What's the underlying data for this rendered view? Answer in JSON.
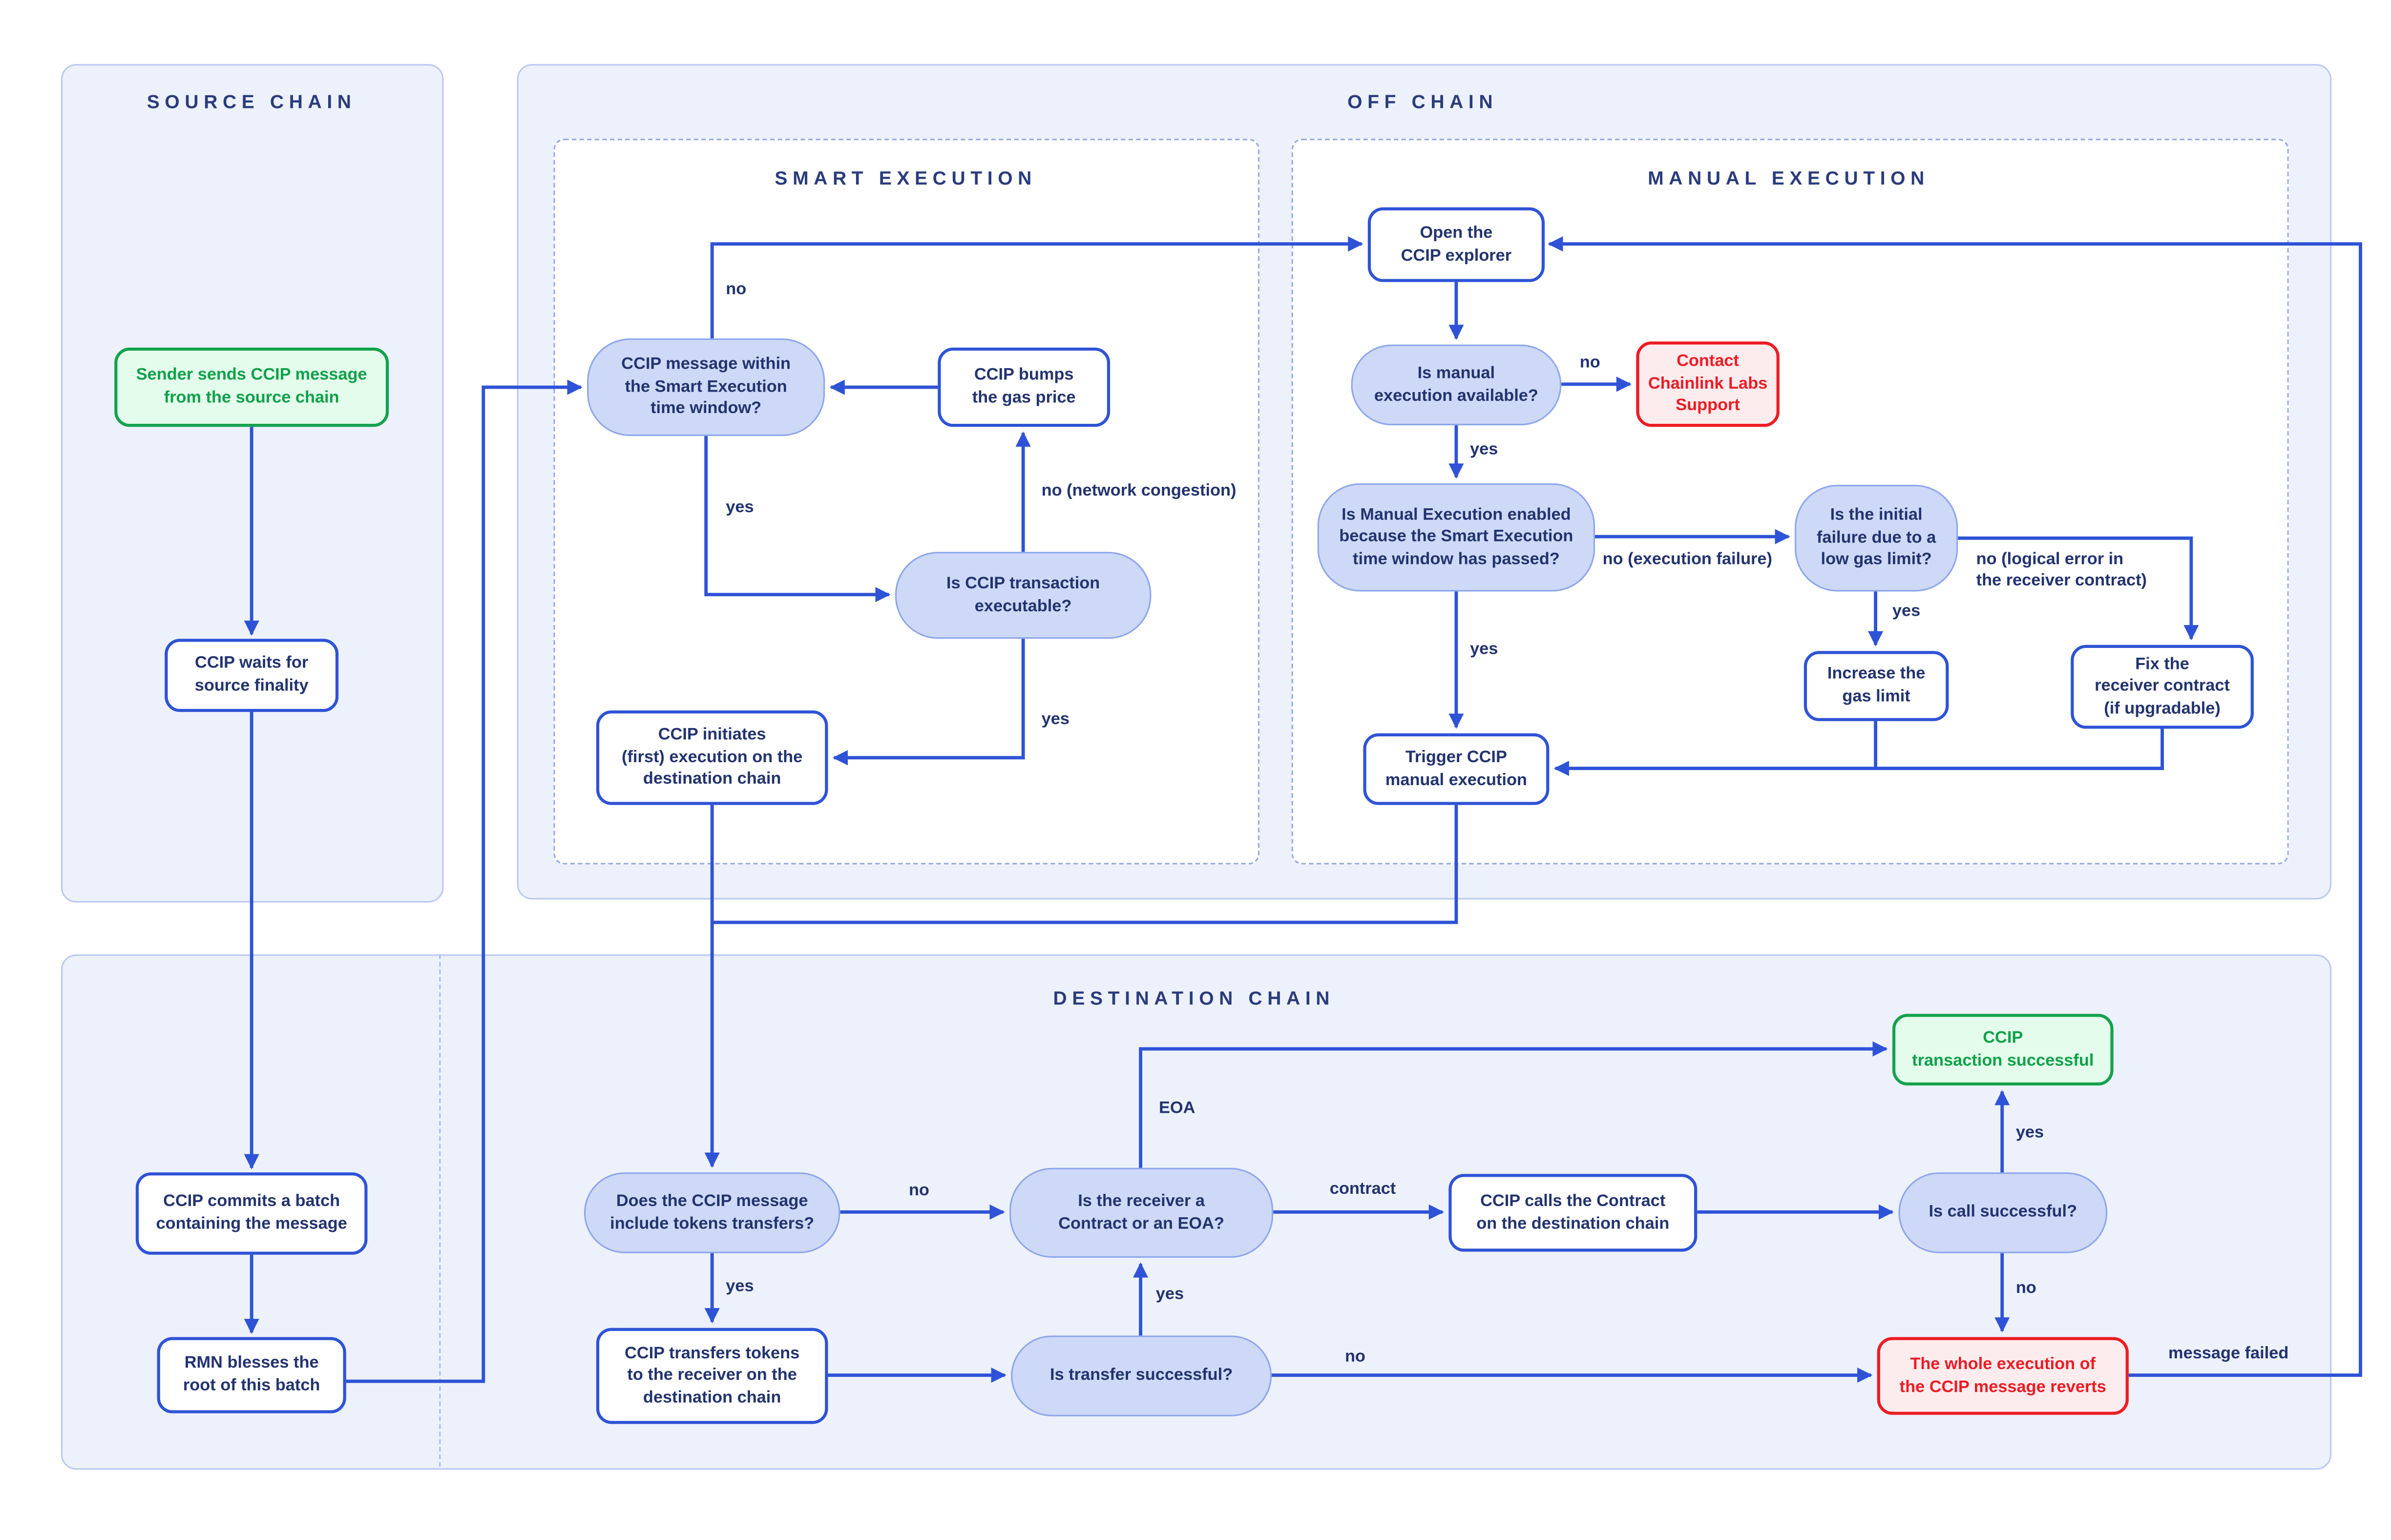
{
  "panels": {
    "source_chain": {
      "title": "SOURCE CHAIN"
    },
    "off_chain": {
      "title": "OFF CHAIN"
    },
    "smart_execution": {
      "title": "SMART EXECUTION"
    },
    "manual_execution": {
      "title": "MANUAL EXECUTION"
    },
    "destination_chain": {
      "title": "DESTINATION CHAIN"
    }
  },
  "nodes": {
    "sender": {
      "label": "Sender sends CCIP message\nfrom the source chain",
      "type": "start-success"
    },
    "waits": {
      "label": "CCIP waits for\nsource finality",
      "type": "process"
    },
    "commits": {
      "label": "CCIP commits a batch\ncontaining the message",
      "type": "process"
    },
    "rmn": {
      "label": "RMN blesses the\nroot of this batch",
      "type": "process"
    },
    "msg_window": {
      "label": "CCIP message within\nthe Smart Execution\ntime window?",
      "type": "decision"
    },
    "bumps": {
      "label": "CCIP bumps\nthe gas price",
      "type": "process"
    },
    "executable": {
      "label": "Is CCIP transaction\nexecutable?",
      "type": "decision"
    },
    "initiates": {
      "label": "CCIP initiates\n(first) execution on the\ndestination chain",
      "type": "process"
    },
    "explorer": {
      "label": "Open the\nCCIP explorer",
      "type": "process"
    },
    "manual_avail": {
      "label": "Is manual\nexecution available?",
      "type": "decision"
    },
    "contact": {
      "label": "Contact\nChainlink Labs\nSupport",
      "type": "error"
    },
    "manual_enabled": {
      "label": "Is Manual Execution enabled\nbecause the Smart Execution\ntime window has passed?",
      "type": "decision"
    },
    "initial_failure": {
      "label": "Is the initial\nfailure due to a\nlow gas limit?",
      "type": "decision"
    },
    "increase": {
      "label": "Increase the\ngas limit",
      "type": "process"
    },
    "fix": {
      "label": "Fix the\nreceiver contract\n(if upgradable)",
      "type": "process"
    },
    "trigger": {
      "label": "Trigger CCIP\nmanual execution",
      "type": "process"
    },
    "tokens": {
      "label": "Does the CCIP message\ninclude tokens transfers?",
      "type": "decision"
    },
    "receiver": {
      "label": "Is the receiver a\nContract or an EOA?",
      "type": "decision"
    },
    "calls": {
      "label": "CCIP calls the Contract\non the destination chain",
      "type": "process"
    },
    "call_success": {
      "label": "Is call successful?",
      "type": "decision"
    },
    "tx_success": {
      "label": "CCIP\ntransaction successful",
      "type": "success"
    },
    "transfers": {
      "label": "CCIP transfers tokens\nto the receiver on the\ndestination chain",
      "type": "process"
    },
    "transfer_success": {
      "label": "Is transfer successful?",
      "type": "decision"
    },
    "reverts": {
      "label": "The whole execution of\nthe CCIP message reverts",
      "type": "error"
    }
  },
  "edge_labels": {
    "no_window": "no",
    "yes_window": "yes",
    "no_congestion": "no (network congestion)",
    "yes_executable": "yes",
    "no_manual": "no",
    "yes_manual": "yes",
    "no_exec_failure": "no (execution failure)",
    "yes_enabled": "yes",
    "yes_gas": "yes",
    "no_logical": "no (logical error in\nthe receiver contract)",
    "no_tokens": "no",
    "yes_tokens": "yes",
    "eoa": "EOA",
    "contract": "contract",
    "yes_call": "yes",
    "no_call": "no",
    "yes_transfer": "yes",
    "no_transfer": "no",
    "message_failed": "message failed"
  },
  "colors": {
    "arrow": "#2e53d6",
    "panel_fill": "#edf1fb",
    "panel_border": "#bcc9f0",
    "dashed_border": "#94a9e6",
    "pill_fill": "#ced9f7",
    "pill_border": "#8da6ec",
    "text_navy": "#22336f",
    "success_green": "#14a24d",
    "error_red": "#ed1c24"
  }
}
